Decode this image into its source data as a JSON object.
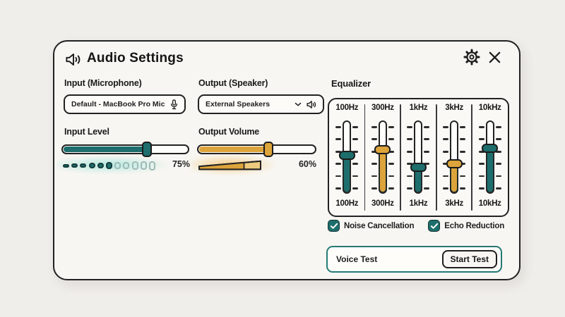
{
  "window": {
    "title": "Audio Settings"
  },
  "header": {
    "icons": {
      "title": "speaker-wave",
      "settings": "gear",
      "close": "x"
    }
  },
  "input_device": {
    "label": "Input (Microphone)",
    "value": "Default - MacBook Pro Mic",
    "icon": "microphone"
  },
  "output_device": {
    "label": "Output (Speaker)",
    "value": "External Speakers",
    "icons": [
      "chevron-down",
      "speaker-wave"
    ]
  },
  "input_level": {
    "label": "Input Level",
    "value_text": "75%",
    "slider_percent": 67,
    "meter": {
      "segments": 11,
      "filled": 6
    }
  },
  "output_volume": {
    "label": "Output Volume",
    "value_text": "60%",
    "slider_percent": 60,
    "indicator_fill_percent": 73
  },
  "equalizer": {
    "label": "Equalizer",
    "bands": [
      {
        "label": "100Hz",
        "level_percent_from_top": 48,
        "color": "teal"
      },
      {
        "label": "300Hz",
        "level_percent_from_top": 40,
        "color": "gold"
      },
      {
        "label": "1kHz",
        "level_percent_from_top": 64,
        "color": "teal"
      },
      {
        "label": "3kHz",
        "level_percent_from_top": 59,
        "color": "gold"
      },
      {
        "label": "10kHz",
        "level_percent_from_top": 38,
        "color": "teal"
      }
    ]
  },
  "options": [
    {
      "label": "Noise Cancellation",
      "checked": true
    },
    {
      "label": "Echo Reduction",
      "checked": true
    }
  ],
  "voice_test": {
    "label": "Voice Test",
    "button_label": "Start Test"
  },
  "colors": {
    "teal": "#1d6e6c",
    "gold": "#dda43c",
    "outline": "#222222",
    "panel": "#f8f6f2",
    "page_bg": "#f0eeea",
    "glow_teal": "#84ded3",
    "glow_gold": "#f3b03c"
  }
}
